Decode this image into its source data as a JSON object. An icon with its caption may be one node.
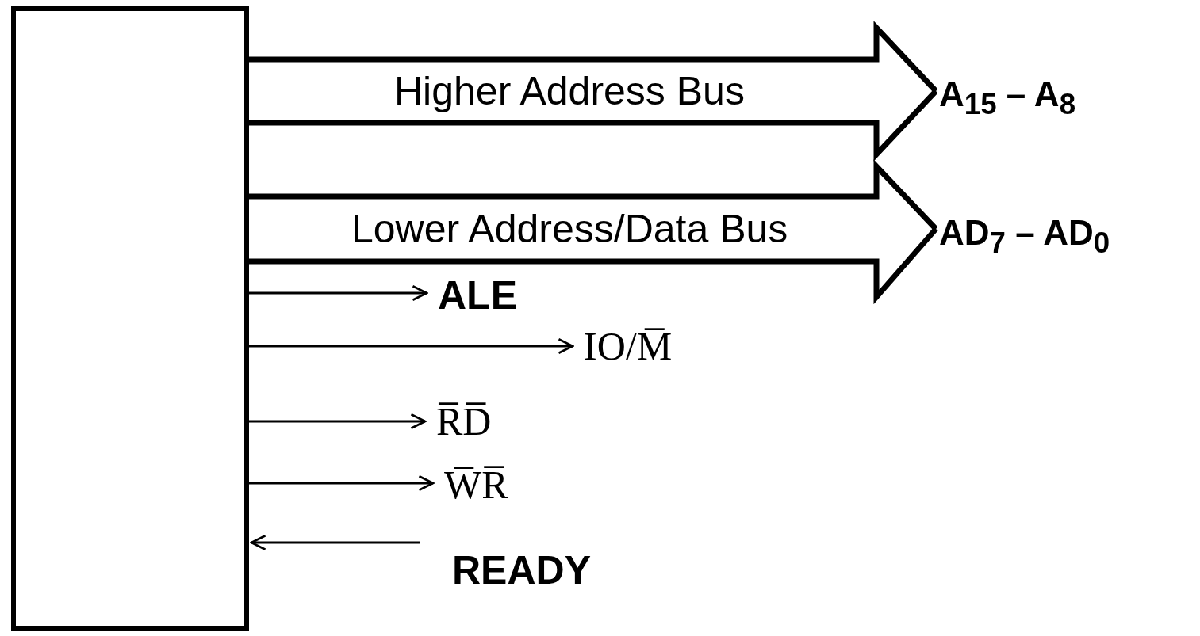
{
  "diagram": {
    "nodes": [
      {
        "text": [],
        "shape": "box"
      },
      {
        "text": [
          "A$_{15}$ – A$_{8}$"
        ]
      },
      {
        "text": [
          "AD$_{7}$ – AD$_{0}$"
        ]
      },
      {
        "text": [
          "ALE"
        ]
      },
      {
        "text": [
          "IO/M̅"
        ]
      },
      {
        "text": [
          "R̅D̅"
        ]
      },
      {
        "text": [
          "W̅R̅"
        ]
      },
      {
        "text": [
          "READY"
        ]
      }
    ],
    "edges": [
      {
        "from": 0,
        "to": 1,
        "arrow": "to",
        "label": "Higher Address Bus",
        "style": "thick"
      },
      {
        "from": 0,
        "to": 2,
        "arrow": "to",
        "label": "Lower Address/Data Bus",
        "style": "thick"
      },
      {
        "from": 0,
        "to": 3,
        "arrow": "to"
      },
      {
        "from": 0,
        "to": 4,
        "arrow": "to"
      },
      {
        "from": 0,
        "to": 5,
        "arrow": "to"
      },
      {
        "from": 0,
        "to": 6,
        "arrow": "to"
      },
      {
        "from": 7,
        "to": 0,
        "arrow": "to"
      }
    ]
  }
}
